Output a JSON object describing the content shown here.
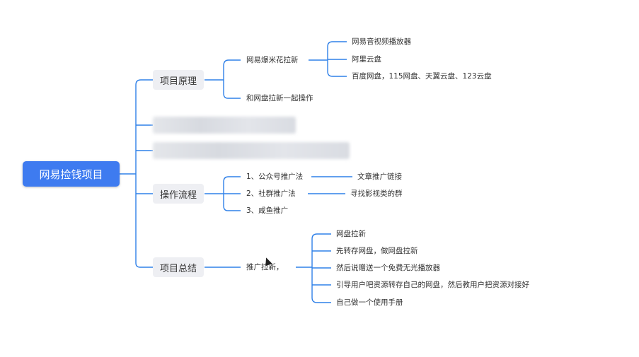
{
  "root": "网易捡钱项目",
  "branches": {
    "principle": {
      "label": "项目原理",
      "sub1": "网易爆米花拉新",
      "sub1_children": [
        "网易音视频播放器",
        "阿里云盘",
        "百度网盘，115网盘、天翼云盘、123云盘"
      ],
      "sub2": "和网盘拉新一起操作"
    },
    "process": {
      "label": "操作流程",
      "items": [
        "1、公众号推广法",
        "2、社群推广法",
        "3、咸鱼推广"
      ],
      "item1_child": "文章推广链接",
      "item2_child": "寻找影视类的群"
    },
    "summary": {
      "label": "项目总结",
      "sub": "推广拉新，",
      "children": [
        "网盘拉新",
        "先转存网盘，做网盘拉新",
        "然后说赠送一个免费无光播放器",
        "引导用户吧资源转存自己的网盘，然后教用户把资源对接好",
        "自己做一个使用手册"
      ]
    }
  },
  "colors": {
    "accent": "#3e7bf0",
    "connector": "#2f80e8",
    "branch_bg": "#eeeff3"
  }
}
